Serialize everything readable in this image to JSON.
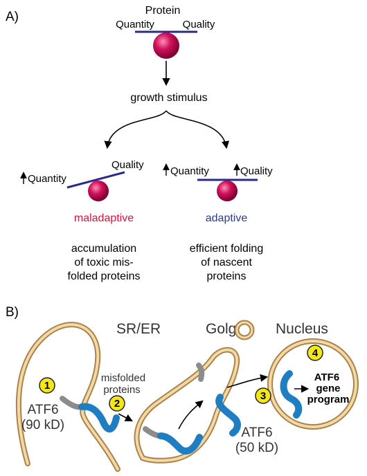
{
  "panel_a": {
    "label": "A)",
    "title": "Protein",
    "balance": {
      "left_label": "Quantity",
      "right_label": "Quality"
    },
    "stimulus": "growth stimulus",
    "left": {
      "up_quantity": "Quantity",
      "quality": "Quality",
      "outcome": "maladaptive",
      "outcome_color": "#e0103f",
      "description": [
        "accumulation",
        "of toxic mis-",
        "folded proteins"
      ]
    },
    "right": {
      "up_quantity": "Quantity",
      "up_quality": "Quality",
      "outcome": "adaptive",
      "outcome_color": "#2b3a8f",
      "description": [
        "efficient folding",
        "of nascent",
        "proteins"
      ]
    },
    "ball_color": "#d0125c",
    "bar_color": "#2a2a8a"
  },
  "panel_b": {
    "label": "B)",
    "organelles": {
      "er": "SR/ER",
      "golgi": "Golgi",
      "nucleus": "Nucleus"
    },
    "misfolded": [
      "misfolded",
      "proteins"
    ],
    "atf6_full": [
      "ATF6",
      "(90 kD)"
    ],
    "atf6_cleaved": [
      "ATF6",
      "(50 kD)"
    ],
    "gene_program": [
      "ATF6",
      "gene",
      "program"
    ],
    "steps": [
      "1",
      "2",
      "3",
      "4"
    ],
    "membrane_color": "#c8a067",
    "protein_color": "#1f7ec1",
    "anchor_color": "#8c8c8c",
    "step_color": "#f5e617"
  }
}
